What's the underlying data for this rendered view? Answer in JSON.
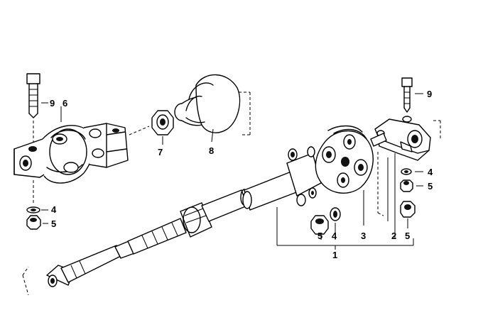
{
  "labels": {
    "bolt_left": "9",
    "ujoint": "6",
    "nut_boot": "7",
    "boot": "8",
    "washer_left": "4",
    "nut_left": "5",
    "bolt_right": "9",
    "washer_right": "4",
    "nut_right": "5",
    "nut_bottom": "5",
    "washer_bottom": "4",
    "coupling": "3",
    "flange": "2",
    "nut_far": "5",
    "assembly": "1"
  }
}
